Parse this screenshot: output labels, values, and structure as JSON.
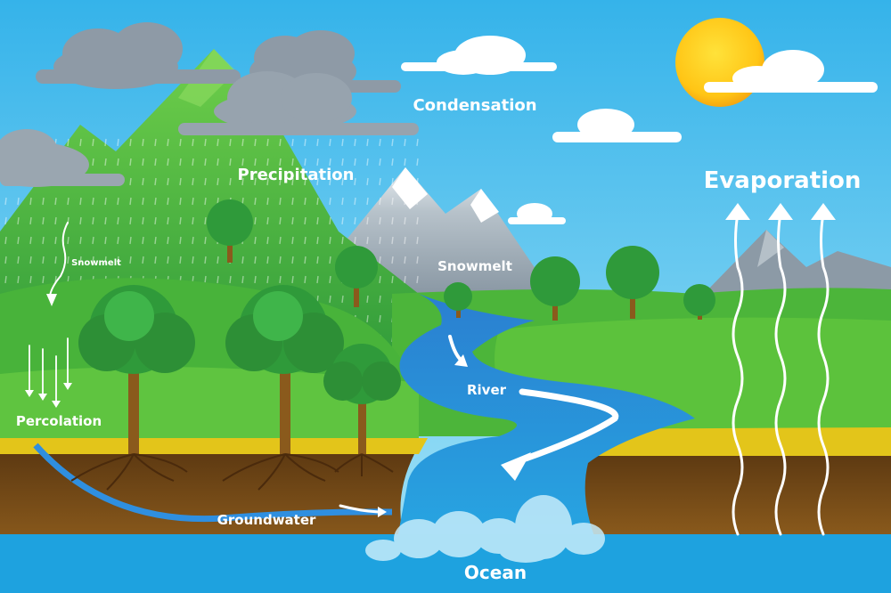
{
  "labels": {
    "condensation": "Condensation",
    "precipitation": "Precipitation",
    "evaporation": "Evaporation",
    "snowmelt_mountain": "Snowmelt",
    "snowmelt_left": "Snowmelt",
    "percolation": "Percolation",
    "river": "River",
    "groundwater": "Groundwater",
    "ocean": "Ocean"
  },
  "colors": {
    "sky_top": "#35b3ea",
    "sky_bottom": "#a6e4f7",
    "sun": "#ffd21c",
    "grass": "#5cc23c",
    "soil": "#7a4a16",
    "sand": "#e3c51a",
    "water": "#1ea2df",
    "arrow": "#ffffff"
  }
}
